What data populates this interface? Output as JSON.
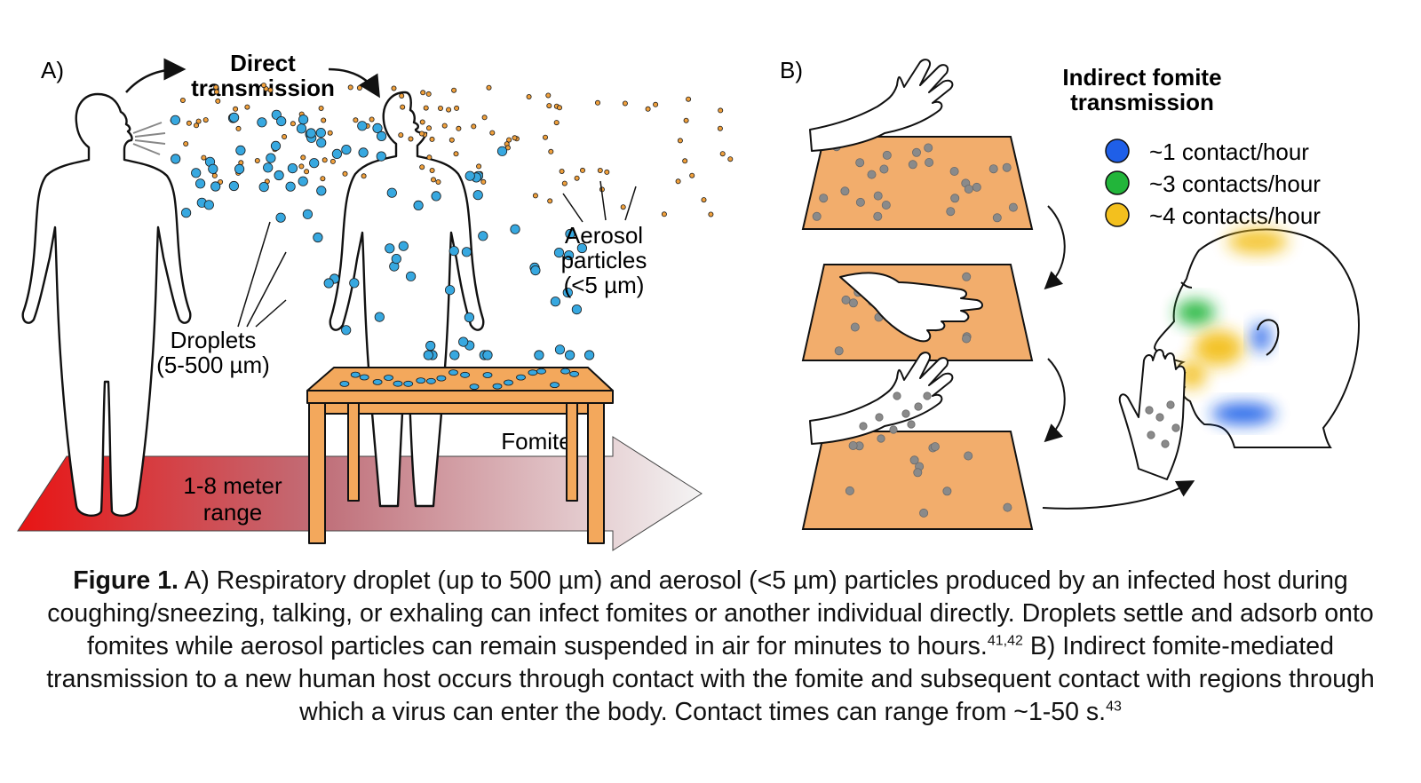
{
  "panel_a": {
    "label": "A)",
    "title_line1": "Direct",
    "title_line2": "transmission",
    "aerosol_line1": "Aerosol",
    "aerosol_line2": "particles",
    "aerosol_line3": "(<5 µm)",
    "droplets_line1": "Droplets",
    "droplets_line2": "(5-500 µm)",
    "fomite": "Fomite",
    "range_line1": "1-8 meter",
    "range_line2": "range"
  },
  "panel_b": {
    "label": "B)",
    "title_line1": "Indirect fomite",
    "title_line2": "transmission",
    "legend": [
      {
        "label": "~1 contact/hour",
        "color": "#1f5fe8"
      },
      {
        "label": "~3 contacts/hour",
        "color": "#22b53a"
      },
      {
        "label": "~4 contacts/hour",
        "color": "#f3c01e"
      }
    ]
  },
  "colors": {
    "droplet": "#37a8e0",
    "aerosol": "#f0a03c",
    "surface": "#f2ad6c",
    "table": "#f3a85c",
    "virus": "#8a8a8a"
  },
  "caption": {
    "bold": "Figure 1.",
    "part1": " A) Respiratory droplet (up to 500 µm) and aerosol (<5 µm) particles produced by an infected host during coughing/sneezing, talking, or exhaling can infect fomites or another individual directly. Droplets settle and adsorb onto fomites while aerosol particles can remain suspended in air for minutes to hours.",
    "ref1": "41,42",
    "part2": " B) Indirect fomite-mediated transmission to a new human host occurs through contact with the fomite and subsequent contact with regions through which a virus can enter the body. Contact times can range from ~1-50 s.",
    "ref2": "43"
  }
}
